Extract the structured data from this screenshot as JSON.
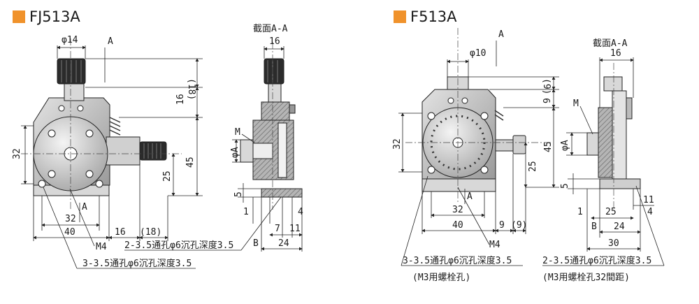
{
  "left": {
    "title": "FJ513A",
    "section_title": "截面A-A",
    "dims": {
      "phi14": "φ14",
      "a_top": "A",
      "d16_section": "16",
      "d18": "(18)",
      "d16": "16",
      "d32_v": "32",
      "d45": "45",
      "d25": "25",
      "phiA": "φA",
      "M": "M",
      "d5": "5",
      "d1": "1",
      "d4": "4",
      "d7": "7",
      "d11": "11",
      "d24": "24",
      "B": "B",
      "d32_h": "32",
      "a_bottom": "A",
      "d40": "40",
      "d16_b": "16",
      "d18_b": "(18)",
      "M4": "M4"
    },
    "notes": [
      "2-3.5通孔φ6沉孔深度3.5",
      "3-3.5通孔φ6沉孔深度3.5"
    ]
  },
  "right": {
    "title": "F513A",
    "section_title": "截面A-A",
    "dims": {
      "a_top": "A",
      "phi10": "φ10",
      "d9p": "(9)",
      "d9": "9",
      "d16_section": "16",
      "d32_v": "32",
      "d45": "45",
      "d25": "25",
      "M": "M",
      "phiA": "φA",
      "d5": "5",
      "a_bottom": "A",
      "d32_h": "32",
      "d40": "40",
      "d9_b": "9",
      "d9p_b": "(9)",
      "M4": "M4",
      "d11": "11",
      "d1": "1",
      "d25_b": "25",
      "d4": "4",
      "B": "B",
      "d24": "24",
      "d30": "30"
    },
    "notes": [
      "3-3.5通孔φ6沉孔深度3.5",
      "(M3用螺栓孔)",
      "2-3.5通孔φ6沉孔深度3.5",
      "(M3用螺栓孔32間距)"
    ]
  },
  "colors": {
    "accent": "#f0922b",
    "part_fill": "#c9c9c9",
    "part_dark": "#8a8a8a",
    "knob": "#2b2b2b"
  }
}
